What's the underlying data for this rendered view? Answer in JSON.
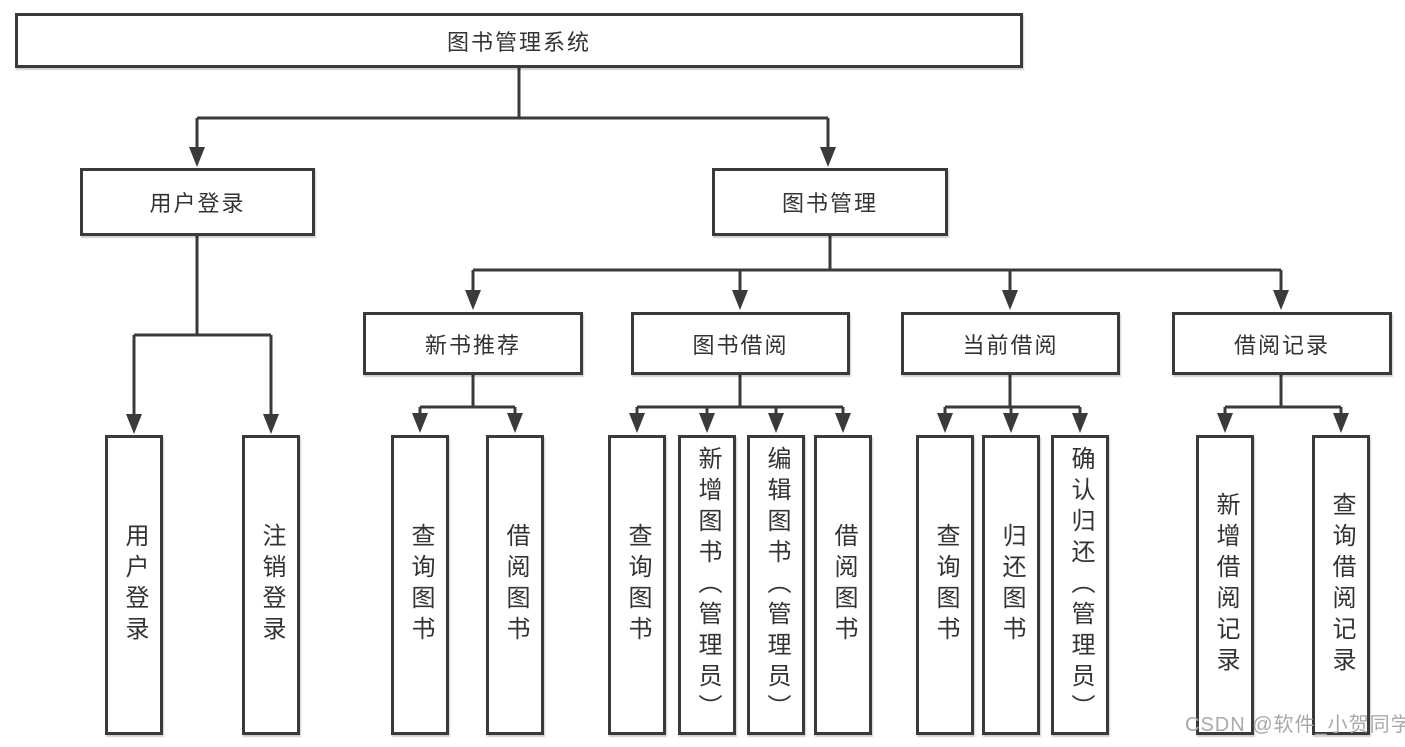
{
  "tree": {
    "root": {
      "label": "图书管理系统"
    },
    "branches": [
      {
        "label": "用户登录",
        "children": [
          {
            "label": "用户登录"
          },
          {
            "label": "注销登录"
          }
        ]
      },
      {
        "label": "图书管理",
        "children": [
          {
            "label": "新书推荐",
            "children": [
              {
                "label": "查询图书"
              },
              {
                "label": "借阅图书"
              }
            ]
          },
          {
            "label": "图书借阅",
            "children": [
              {
                "label": "查询图书"
              },
              {
                "label": "新增图书（管理员）"
              },
              {
                "label": "编辑图书（管理员）"
              },
              {
                "label": "借阅图书"
              }
            ]
          },
          {
            "label": "当前借阅",
            "children": [
              {
                "label": "查询图书"
              },
              {
                "label": "归还图书"
              },
              {
                "label": "确认归还（管理员）"
              }
            ]
          },
          {
            "label": "借阅记录",
            "children": [
              {
                "label": "新增借阅记录"
              },
              {
                "label": "查询借阅记录"
              }
            ]
          }
        ]
      }
    ]
  },
  "watermark": {
    "text": "CSDN @软件_小贺同学"
  },
  "colors": {
    "line": "#3a3a3a",
    "box_border": "#3a3a3a",
    "text": "#333333",
    "watermark": "#a9a9a9",
    "background": "#ffffff"
  }
}
